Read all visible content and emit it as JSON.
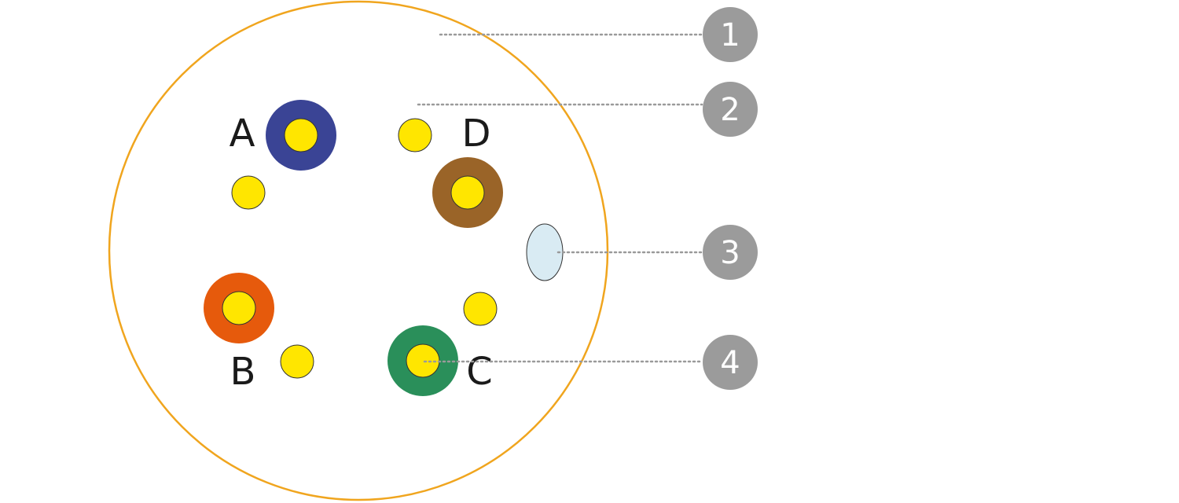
{
  "diagram": {
    "outer_ring_color": "#f0a51e",
    "spot_fill_color": "#ffe600",
    "spot_stroke_color": "#333333",
    "oval_fill_color": "#d9ebf3",
    "leader_color": "#9a9a9a",
    "marker_fill_color": "#9b9b9b",
    "labeled_sites": [
      {
        "label": "A",
        "ring_color": "#3a4495"
      },
      {
        "label": "B",
        "ring_color": "#e65a0c"
      },
      {
        "label": "C",
        "ring_color": "#2a8f5a"
      },
      {
        "label": "D",
        "ring_color": "#9a6428"
      }
    ],
    "callouts": [
      {
        "number": "1"
      },
      {
        "number": "2"
      },
      {
        "number": "3"
      },
      {
        "number": "4"
      }
    ]
  }
}
